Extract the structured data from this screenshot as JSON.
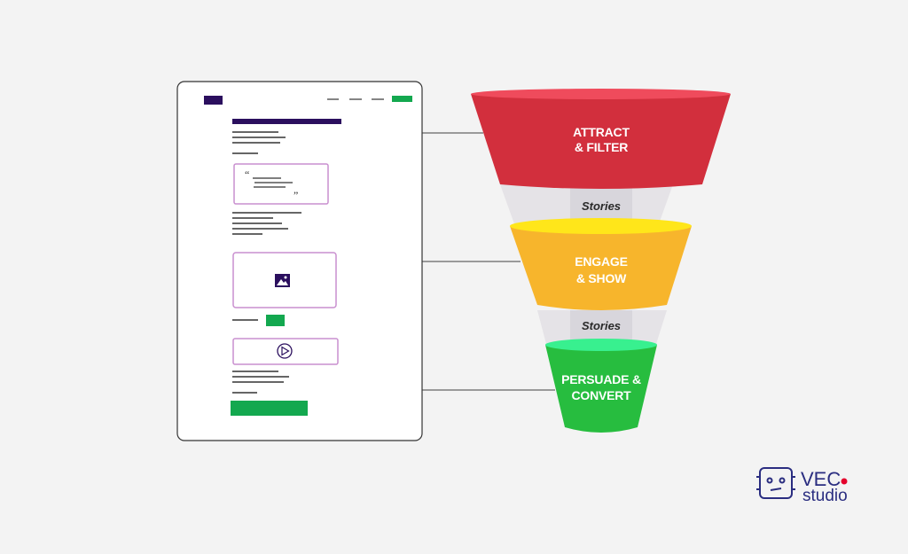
{
  "colors": {
    "navy": "#2b0f5e",
    "green": "#13a84f",
    "attract": "#d22f3d",
    "attract_top": "#ef4b5c",
    "engage": "#f7b52c",
    "engage_top": "#ffe61a",
    "persuade": "#27bd3f",
    "persuade_top": "#38f08f",
    "stories_band": "#d8d6dc",
    "connector": "#9a9a9a",
    "logo": "#2a2d80",
    "logo_dot": "#e4002b",
    "frame_border": "#c98fcf"
  },
  "funnel": {
    "stages": [
      {
        "line1": "ATTRACT",
        "line2": "& FILTER"
      },
      {
        "line1": "ENGAGE",
        "line2": "& SHOW"
      },
      {
        "line1": "PERSUADE &",
        "line2": "CONVERT"
      }
    ],
    "connectors": [
      {
        "label": "Stories"
      },
      {
        "label": "Stories"
      }
    ]
  },
  "page_mockup": {
    "icons": [
      "quote-icon",
      "image-icon",
      "play-icon"
    ]
  },
  "logo": {
    "brand": "VEC",
    "sub": "studio",
    "icon": "robot-face-icon"
  }
}
